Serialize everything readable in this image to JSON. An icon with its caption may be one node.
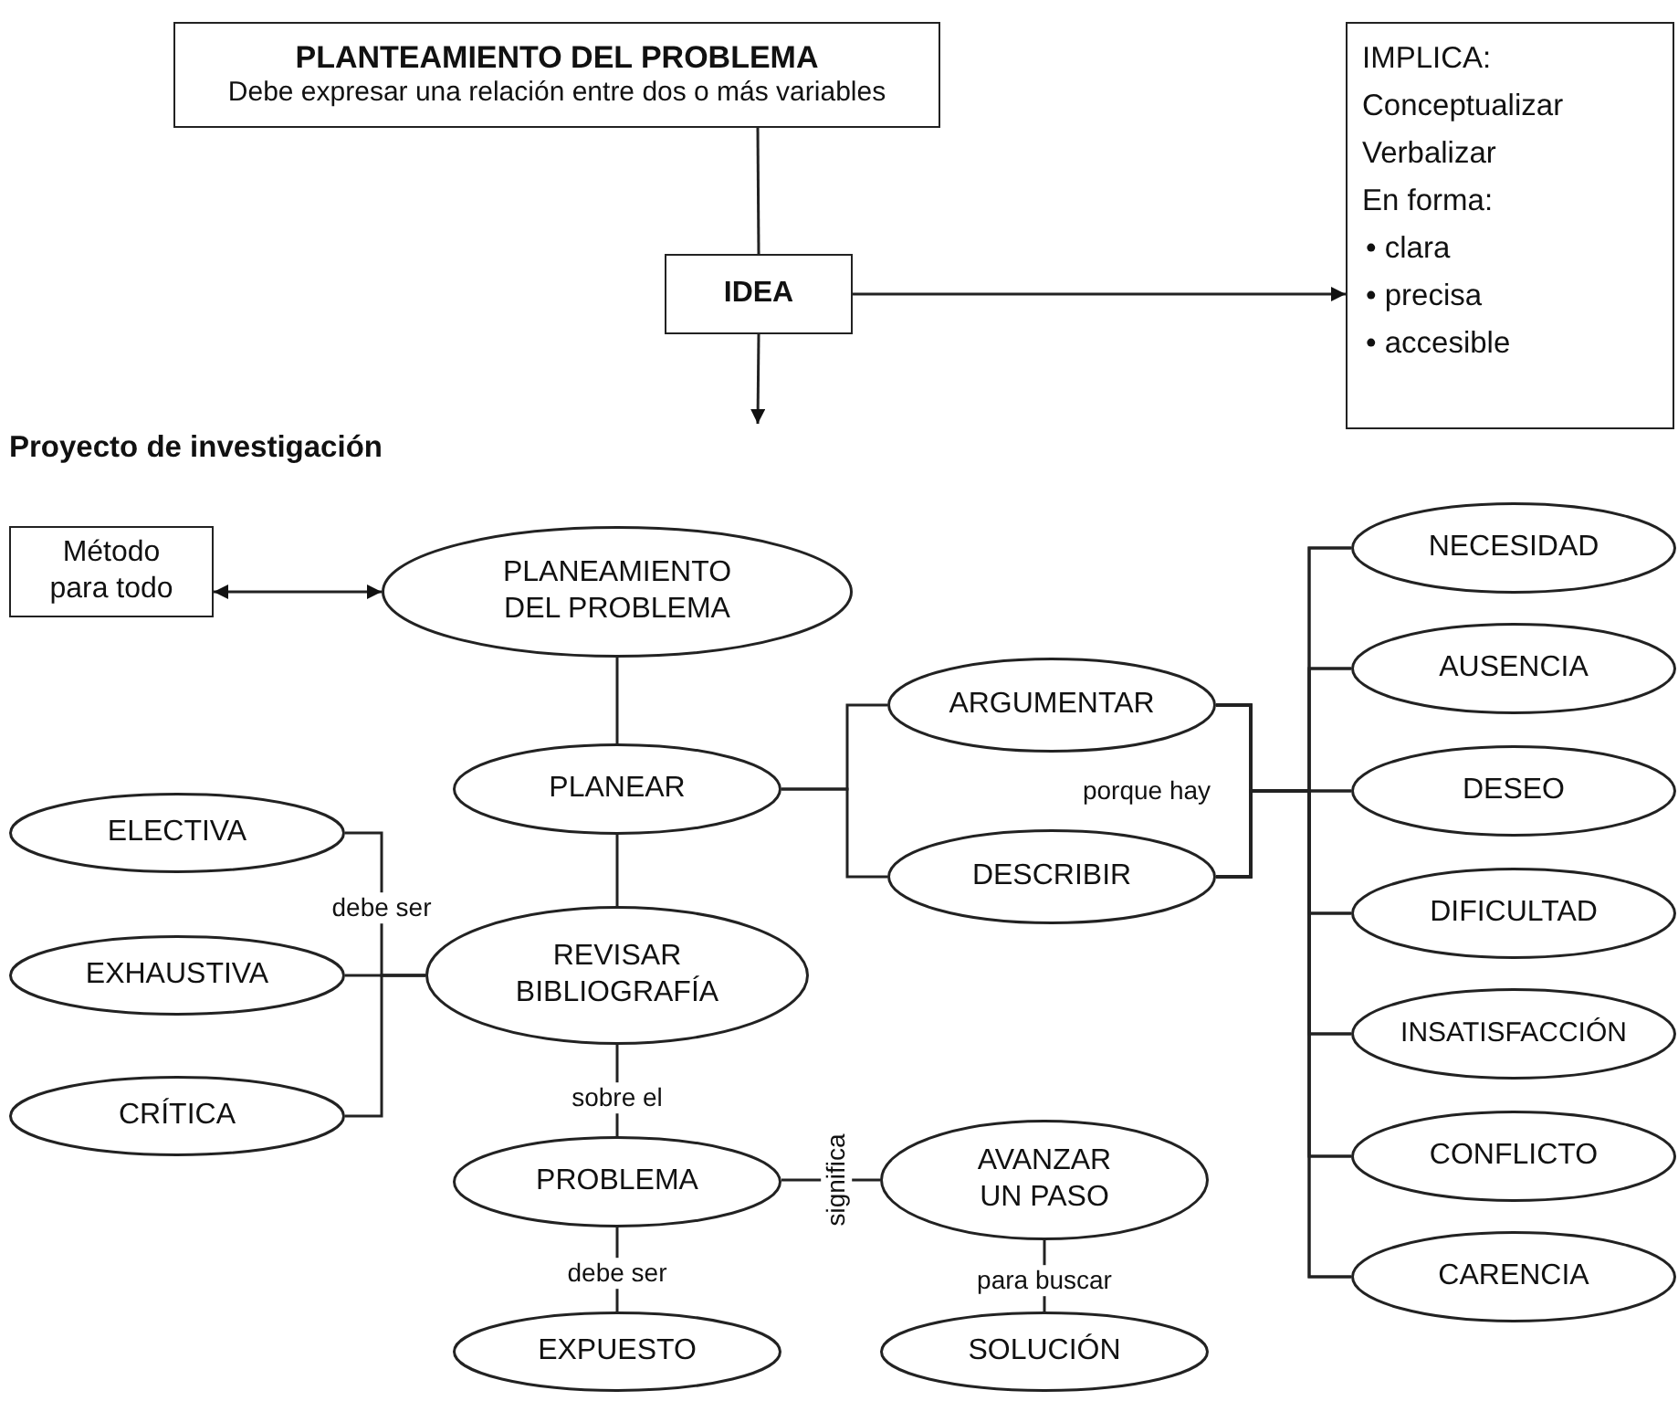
{
  "diagram": {
    "nodes": [
      {
        "text": [
          "PLANTEAMIENTO DEL PROBLEMA",
          "Debe expresar una relación entre dos o más variables"
        ]
      },
      {
        "text": [
          "IDEA"
        ]
      },
      {
        "text": [
          "IMPLICA:",
          "Conceptualizar",
          "Verbalizar",
          "En forma:",
          "• clara",
          "• precisa",
          "• accesible"
        ]
      },
      {
        "text": [
          "Método para todo"
        ]
      },
      {
        "text": [
          "PLANEAMIENTO DEL PROBLEMA"
        ]
      },
      {
        "text": [
          "PLANEAR"
        ]
      },
      {
        "text": [
          "ARGUMENTAR"
        ]
      },
      {
        "text": [
          "DESCRIBIR"
        ]
      },
      {
        "text": [
          "NECESIDAD"
        ]
      },
      {
        "text": [
          "AUSENCIA"
        ]
      },
      {
        "text": [
          "DESEO"
        ]
      },
      {
        "text": [
          "DIFICULTAD"
        ]
      },
      {
        "text": [
          "INSATISFACCIÓN"
        ]
      },
      {
        "text": [
          "CONFLICTO"
        ]
      },
      {
        "text": [
          "CARENCIA"
        ]
      },
      {
        "text": [
          "ELECTIVA"
        ]
      },
      {
        "text": [
          "EXHAUSTIVA"
        ]
      },
      {
        "text": [
          "CRÍTICA"
        ]
      },
      {
        "text": [
          "REVISAR BIBLIOGRAFÍA"
        ]
      },
      {
        "text": [
          "PROBLEMA"
        ]
      },
      {
        "text": [
          "AVANZAR UN PASO"
        ]
      },
      {
        "text": [
          "EXPUESTO"
        ]
      },
      {
        "text": [
          "SOLUCIÓN"
        ]
      }
    ],
    "edges": [
      {
        "from": 0,
        "to": 1,
        "arrow": "none"
      },
      {
        "from": 1,
        "to": 2,
        "arrow": "to"
      },
      {
        "from": 1,
        "to": null,
        "arrow": "to"
      },
      {
        "from": 3,
        "to": 4,
        "arrow": "both"
      },
      {
        "from": 4,
        "to": 5,
        "arrow": "none"
      },
      {
        "from": 5,
        "to": 18,
        "arrow": "none"
      },
      {
        "from": 5,
        "to": 6,
        "arrow": "none"
      },
      {
        "from": 5,
        "to": 7,
        "arrow": "none"
      },
      {
        "from": 6,
        "to": 8,
        "arrow": "none",
        "label": "porque hay"
      },
      {
        "from": 6,
        "to": 9,
        "arrow": "none"
      },
      {
        "from": 6,
        "to": 10,
        "arrow": "none"
      },
      {
        "from": 6,
        "to": 11,
        "arrow": "none"
      },
      {
        "from": 6,
        "to": 12,
        "arrow": "none"
      },
      {
        "from": 6,
        "to": 13,
        "arrow": "none"
      },
      {
        "from": 6,
        "to": 14,
        "arrow": "none"
      },
      {
        "from": 7,
        "to": 8,
        "arrow": "none"
      },
      {
        "from": 7,
        "to": 9,
        "arrow": "none"
      },
      {
        "from": 7,
        "to": 10,
        "arrow": "none"
      },
      {
        "from": 7,
        "to": 11,
        "arrow": "none"
      },
      {
        "from": 7,
        "to": 12,
        "arrow": "none"
      },
      {
        "from": 7,
        "to": 13,
        "arrow": "none"
      },
      {
        "from": 7,
        "to": 14,
        "arrow": "none"
      },
      {
        "from": 18,
        "to": 15,
        "arrow": "none",
        "label": "debe ser"
      },
      {
        "from": 18,
        "to": 16,
        "arrow": "none"
      },
      {
        "from": 18,
        "to": 17,
        "arrow": "none"
      },
      {
        "from": 18,
        "to": 19,
        "arrow": "none",
        "label": "sobre el"
      },
      {
        "from": 19,
        "to": 20,
        "arrow": "none",
        "label": "significa"
      },
      {
        "from": 19,
        "to": 21,
        "arrow": "none",
        "label": "debe ser"
      },
      {
        "from": 20,
        "to": 22,
        "arrow": "none",
        "label": "para buscar"
      }
    ],
    "labels": [
      "Proyecto de investigación"
    ]
  }
}
